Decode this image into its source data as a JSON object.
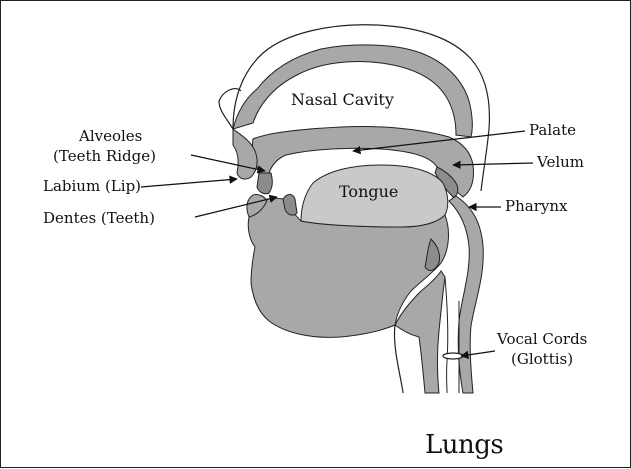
{
  "diagram": {
    "colors": {
      "tissue": "#a8a8a8",
      "tissue_dark": "#8c8c8c",
      "outline": "#222222",
      "cavity": "#ffffff",
      "tongue": "#c9c9c9",
      "background": "#ffffff"
    },
    "labels": {
      "nasal_cavity": "Nasal Cavity",
      "palate": "Palate",
      "velum": "Velum",
      "alveoles_line1": "Alveoles",
      "alveoles_line2": "(Teeth Ridge)",
      "labium": "Labium (Lip)",
      "dentes": "Dentes (Teeth)",
      "tongue": "Tongue",
      "pharynx": "Pharynx",
      "vocal_cords_line1": "Vocal Cords",
      "vocal_cords_line2": "(Glottis)",
      "lungs": "Lungs"
    }
  }
}
